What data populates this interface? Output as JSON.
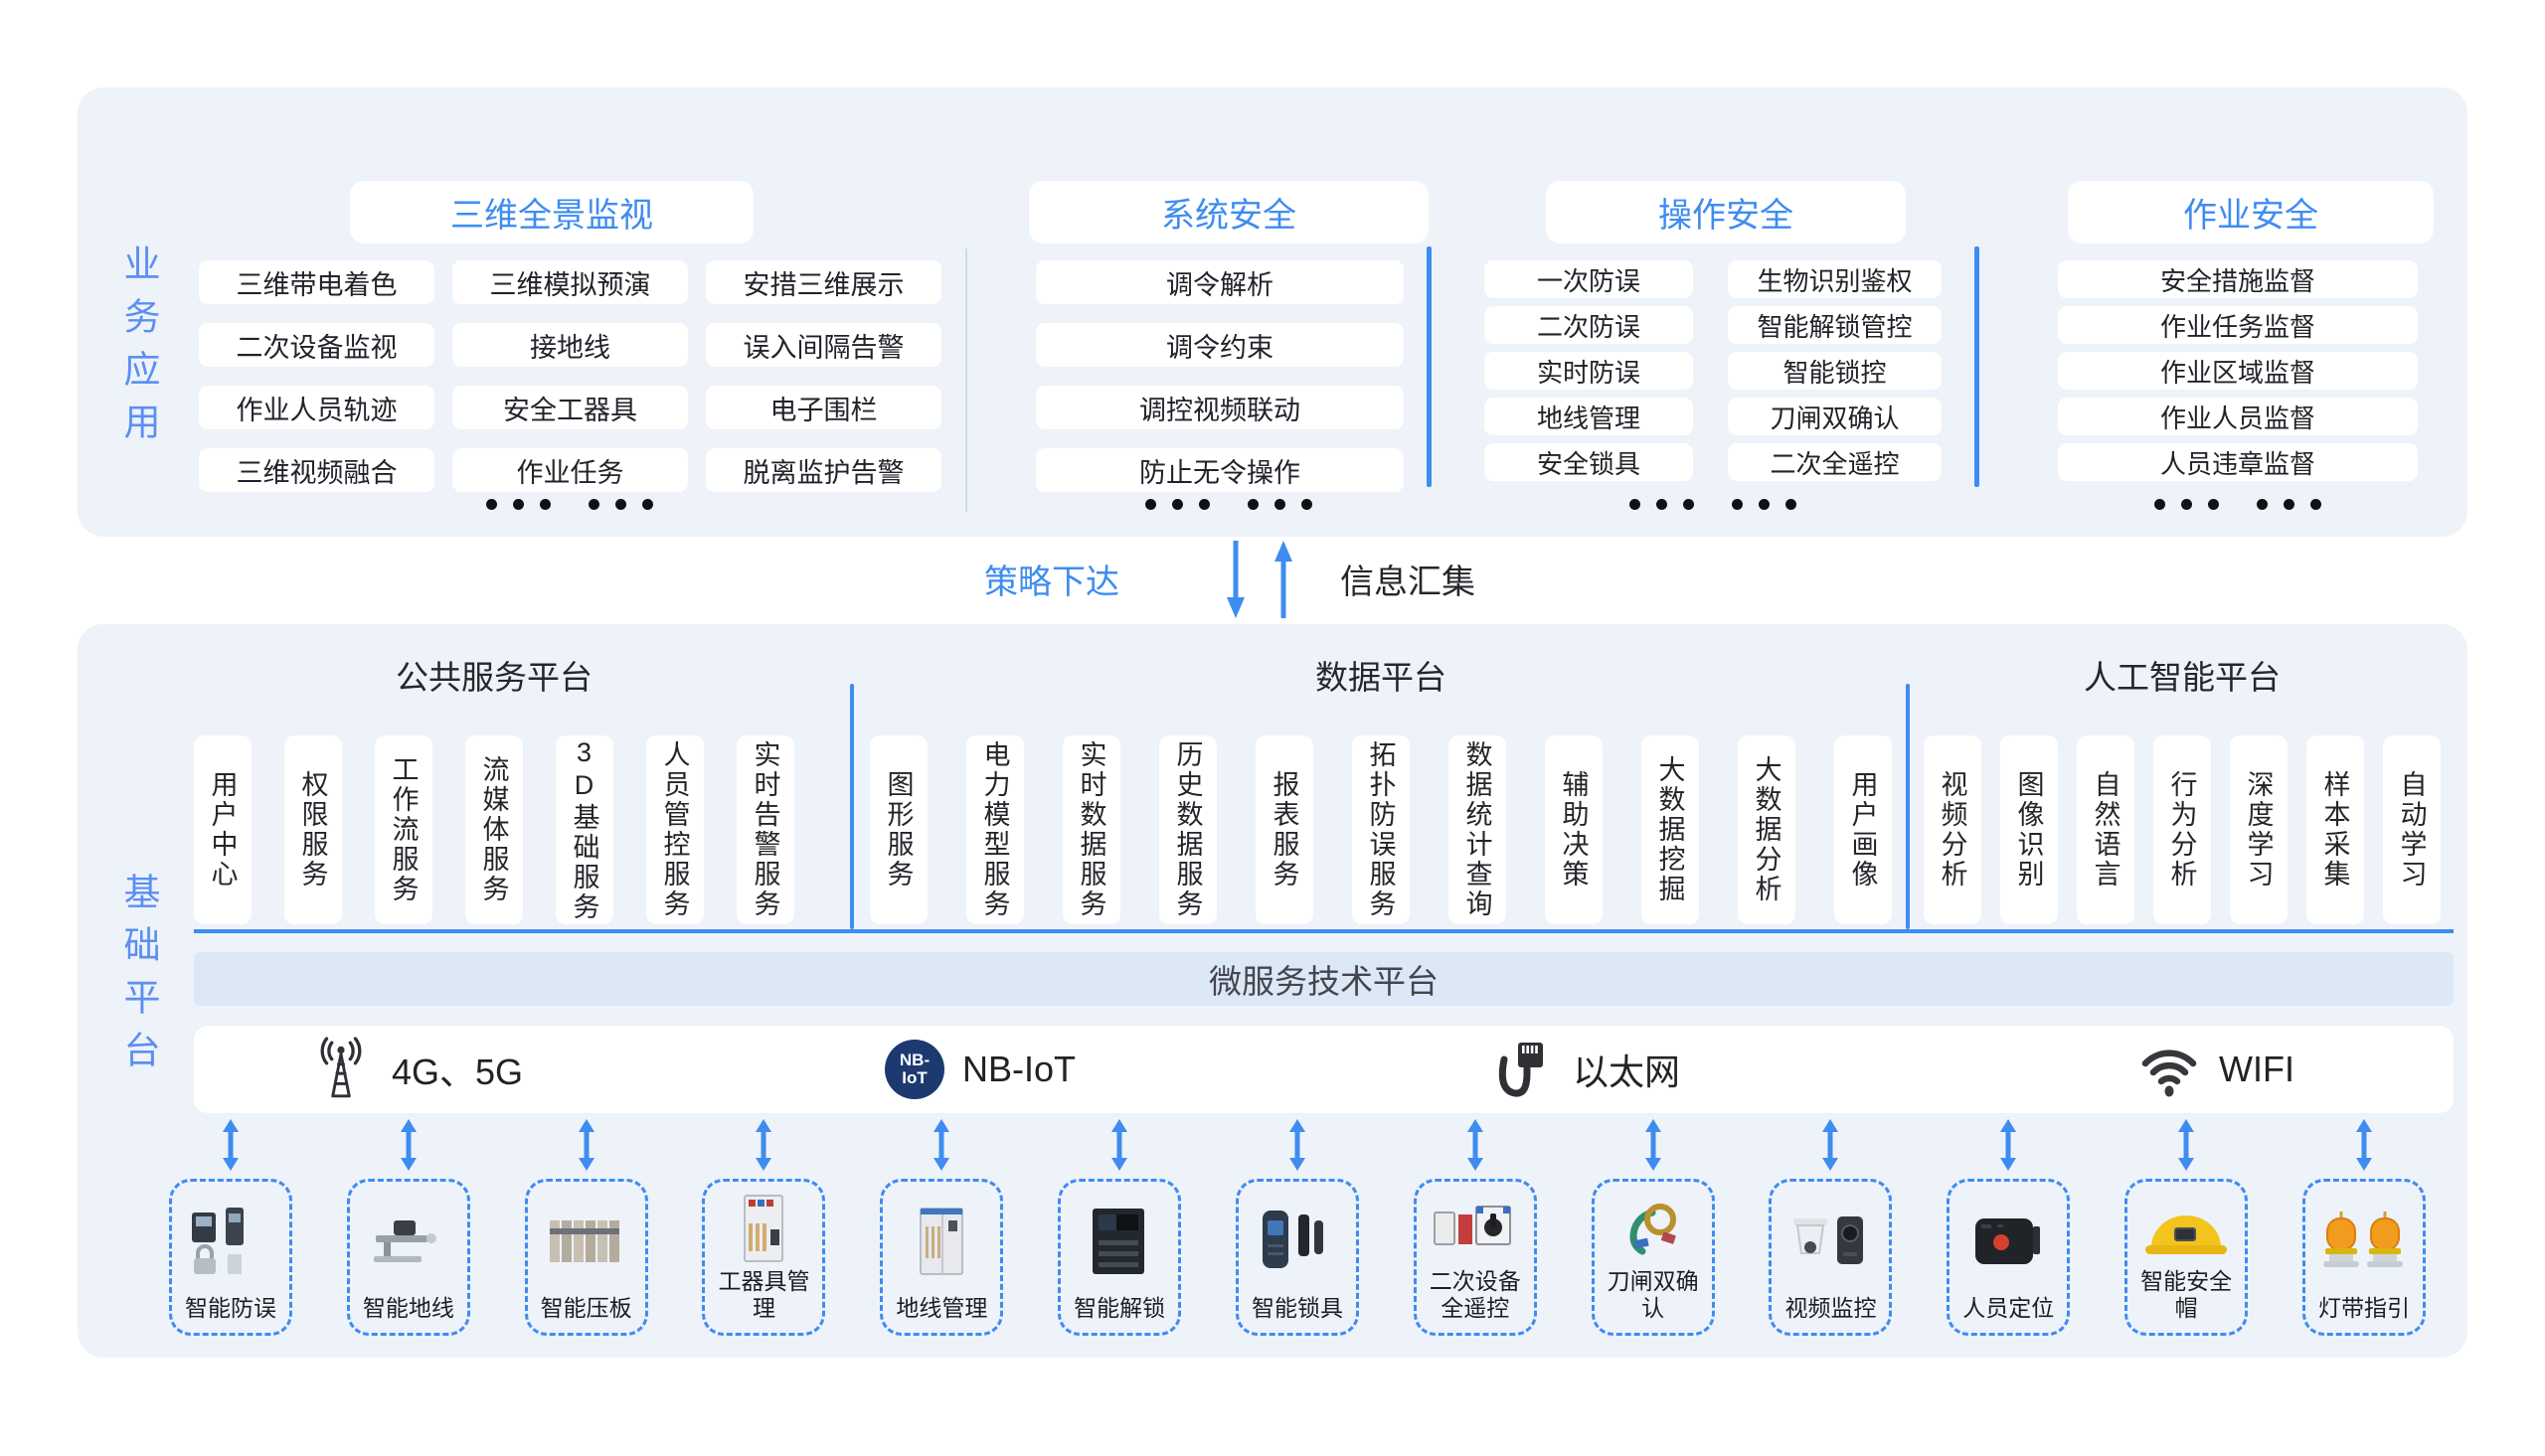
{
  "colors": {
    "accent": "#3e8cf0",
    "panel_bg": "#eef2f9",
    "band_bg": "#dce8f6",
    "side_label": "#5b8ff2",
    "nbiot_badge": "#1d3a70",
    "item_text": "#212329"
  },
  "top_panel": {
    "side_label": "业务应用",
    "groups": [
      {
        "title": "三维全景监视",
        "cols": [
          [
            "三维带电着色",
            "二次设备监视",
            "作业人员轨迹",
            "三维视频融合"
          ],
          [
            "三维模拟预演",
            "接地线",
            "安全工器具",
            "作业任务"
          ],
          [
            "安措三维展示",
            "误入间隔告警",
            "电子围栏",
            "脱离监护告警"
          ]
        ]
      },
      {
        "title": "系统安全",
        "items": [
          "调令解析",
          "调令约束",
          "调控视频联动",
          "防止无令操作"
        ]
      },
      {
        "title": "操作安全",
        "cols": [
          [
            "一次防误",
            "二次防误",
            "实时防误",
            "地线管理",
            "安全锁具"
          ],
          [
            "生物识别鉴权",
            "智能解锁管控",
            "智能锁控",
            "刀闸双确认",
            "二次全遥控"
          ]
        ]
      },
      {
        "title": "作业安全",
        "items": [
          "安全措施监督",
          "作业任务监督",
          "作业区域监督",
          "作业人员监督",
          "人员违章监督"
        ]
      }
    ]
  },
  "connector": {
    "strategy_label": "策略下达",
    "info_label": "信息汇集"
  },
  "bottom_panel": {
    "side_label": "基础平台",
    "platforms": [
      {
        "title": "公共服务平台",
        "cards": [
          "用户中心",
          "权限服务",
          "工作流服务",
          "流媒体服务",
          "3D基础服务",
          "人员管控服务",
          "实时告警服务"
        ]
      },
      {
        "title": "数据平台",
        "cards": [
          "图形服务",
          "电力模型服务",
          "实时数据服务",
          "历史数据服务",
          "报表服务",
          "拓扑防误服务",
          "数据统计查询",
          "辅助决策",
          "大数据挖掘",
          "大数据分析",
          "用户画像"
        ]
      },
      {
        "title": "人工智能平台",
        "cards": [
          "视频分析",
          "图像识别",
          "自然语言",
          "行为分析",
          "深度学习",
          "样本采集",
          "自动学习"
        ]
      }
    ],
    "microservice_band": "微服务技术平台",
    "networks": [
      {
        "label": "4G、5G"
      },
      {
        "label": "NB-IoT",
        "badge_top": "NB-",
        "badge_bottom": "IoT"
      },
      {
        "label": "以太网"
      },
      {
        "label": "WIFI"
      }
    ],
    "devices": [
      {
        "label": "智能防误"
      },
      {
        "label": "智能地线"
      },
      {
        "label": "智能压板"
      },
      {
        "label": "工器具管理"
      },
      {
        "label": "地线管理"
      },
      {
        "label": "智能解锁"
      },
      {
        "label": "智能锁具"
      },
      {
        "label": "二次设备\n全遥控"
      },
      {
        "label": "刀闸双确认"
      },
      {
        "label": "视频监控"
      },
      {
        "label": "人员定位"
      },
      {
        "label": "智能安全帽"
      },
      {
        "label": "灯带指引"
      }
    ]
  }
}
